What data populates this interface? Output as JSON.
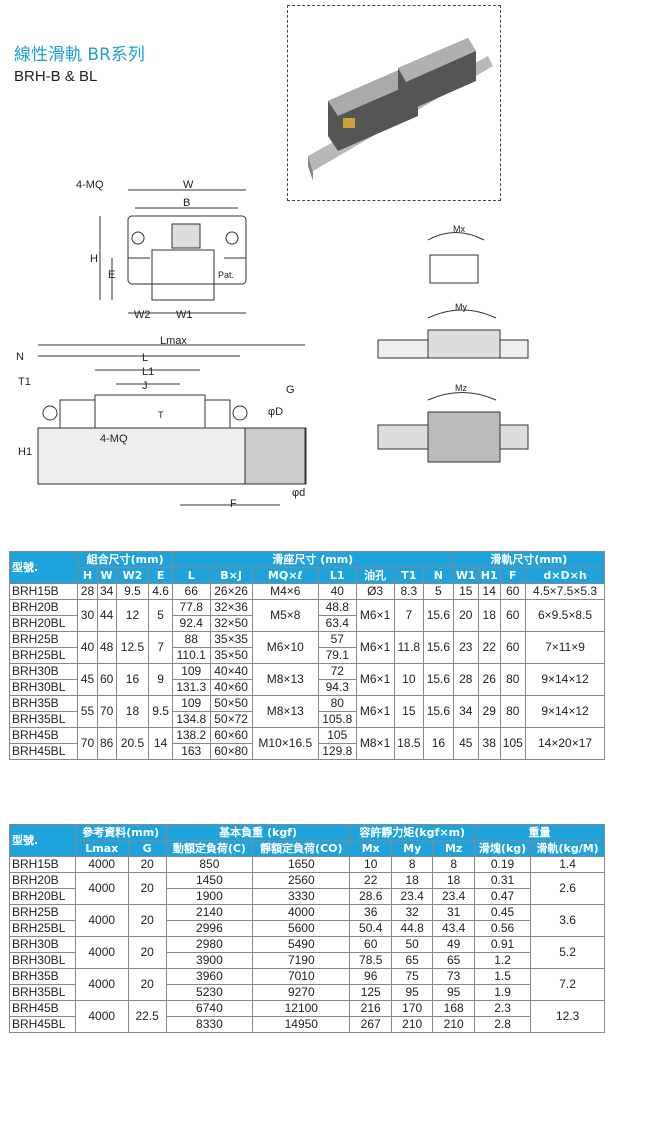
{
  "header": {
    "title": "線性滑軌  BR系列",
    "subtitle": "BRH-B & BL"
  },
  "drawing": {
    "labels": {
      "mq": "4-MQ",
      "w": "W",
      "b": "B",
      "h": "H",
      "e": "E",
      "w2": "W2",
      "w1": "W1",
      "pat": "Pat.",
      "lmax": "Lmax",
      "n": "N",
      "l": "L",
      "l1": "L1",
      "j": "J",
      "t1": "T1",
      "h1": "H1",
      "t": "T",
      "mq2": "4-MQ",
      "g": "G",
      "phiD": "φD",
      "phid": "φd",
      "f": "F",
      "mx": "Mx",
      "my": "My",
      "mz": "Mz"
    }
  },
  "table1": {
    "h_model": "型號.",
    "h_group1": "組合尺寸(mm)",
    "h_group2": "滑座尺寸  (mm)",
    "h_group3": "滑軌尺寸(mm)",
    "cols": [
      "H",
      "W",
      "W2",
      "E",
      "L",
      "B×J",
      "MQ×ℓ",
      "L1",
      "油孔",
      "T1",
      "N",
      "W1",
      "H1",
      "F",
      "d×D×h"
    ],
    "groups": [
      {
        "rows": [
          {
            "model": "BRH15B",
            "L": "66",
            "BJ": "26×26",
            "L1": "40"
          }
        ],
        "H": "28",
        "W": "34",
        "W2": "9.5",
        "E": "4.6",
        "MQ": "M4×6",
        "oil": "Ø3",
        "T1": "8.3",
        "N": "5",
        "W1": "15",
        "H1": "14",
        "F": "60",
        "dDh": "4.5×7.5×5.3"
      },
      {
        "rows": [
          {
            "model": "BRH20B",
            "L": "77.8",
            "BJ": "32×36",
            "L1": "48.8"
          },
          {
            "model": "BRH20BL",
            "L": "92.4",
            "BJ": "32×50",
            "L1": "63.4"
          }
        ],
        "H": "30",
        "W": "44",
        "W2": "12",
        "E": "5",
        "MQ": "M5×8",
        "oil": "M6×1",
        "T1": "7",
        "N": "15.6",
        "W1": "20",
        "H1": "18",
        "F": "60",
        "dDh": "6×9.5×8.5"
      },
      {
        "rows": [
          {
            "model": "BRH25B",
            "L": "88",
            "BJ": "35×35",
            "L1": "57"
          },
          {
            "model": "BRH25BL",
            "L": "110.1",
            "BJ": "35×50",
            "L1": "79.1"
          }
        ],
        "H": "40",
        "W": "48",
        "W2": "12.5",
        "E": "7",
        "MQ": "M6×10",
        "oil": "M6×1",
        "T1": "11.8",
        "N": "15.6",
        "W1": "23",
        "H1": "22",
        "F": "60",
        "dDh": "7×11×9"
      },
      {
        "rows": [
          {
            "model": "BRH30B",
            "L": "109",
            "BJ": "40×40",
            "L1": "72"
          },
          {
            "model": "BRH30BL",
            "L": "131.3",
            "BJ": "40×60",
            "L1": "94.3"
          }
        ],
        "H": "45",
        "W": "60",
        "W2": "16",
        "E": "9",
        "MQ": "M8×13",
        "oil": "M6×1",
        "T1": "10",
        "N": "15.6",
        "W1": "28",
        "H1": "26",
        "F": "80",
        "dDh": "9×14×12"
      },
      {
        "rows": [
          {
            "model": "BRH35B",
            "L": "109",
            "BJ": "50×50",
            "L1": "80"
          },
          {
            "model": "BRH35BL",
            "L": "134.8",
            "BJ": "50×72",
            "L1": "105.8"
          }
        ],
        "H": "55",
        "W": "70",
        "W2": "18",
        "E": "9.5",
        "MQ": "M8×13",
        "oil": "M6×1",
        "T1": "15",
        "N": "15.6",
        "W1": "34",
        "H1": "29",
        "F": "80",
        "dDh": "9×14×12"
      },
      {
        "rows": [
          {
            "model": "BRH45B",
            "L": "138.2",
            "BJ": "60×60",
            "L1": "105"
          },
          {
            "model": "BRH45BL",
            "L": "163",
            "BJ": "60×80",
            "L1": "129.8"
          }
        ],
        "H": "70",
        "W": "86",
        "W2": "20.5",
        "E": "14",
        "MQ": "M10×16.5",
        "oil": "M8×1",
        "T1": "18.5",
        "N": "16",
        "W1": "45",
        "H1": "38",
        "F": "105",
        "dDh": "14×20×17"
      }
    ]
  },
  "table2": {
    "h_model": "型號.",
    "h_group1": "參考資料(mm)",
    "h_group2": "基本負重  (kgf)",
    "h_group3": "容許靜力矩(kgf×m)",
    "h_group4": "重量",
    "cols": [
      "Lmax",
      "G",
      "動額定負荷(C)",
      "靜額定負荷(CO)",
      "Mx",
      "My",
      "Mz",
      "滑塊(kg)",
      "滑軌(kg/M)"
    ],
    "groups": [
      {
        "rows": [
          {
            "model": "BRH15B",
            "C": "850",
            "C0": "1650",
            "Mx": "10",
            "My": "8",
            "Mz": "8",
            "block": "0.19"
          }
        ],
        "Lmax": "4000",
        "G": "20",
        "rail": "1.4"
      },
      {
        "rows": [
          {
            "model": "BRH20B",
            "C": "1450",
            "C0": "2560",
            "Mx": "22",
            "My": "18",
            "Mz": "18",
            "block": "0.31"
          },
          {
            "model": "BRH20BL",
            "C": "1900",
            "C0": "3330",
            "Mx": "28.6",
            "My": "23.4",
            "Mz": "23.4",
            "block": "0.47"
          }
        ],
        "Lmax": "4000",
        "G": "20",
        "rail": "2.6"
      },
      {
        "rows": [
          {
            "model": "BRH25B",
            "C": "2140",
            "C0": "4000",
            "Mx": "36",
            "My": "32",
            "Mz": "31",
            "block": "0.45"
          },
          {
            "model": "BRH25BL",
            "C": "2996",
            "C0": "5600",
            "Mx": "50.4",
            "My": "44.8",
            "Mz": "43.4",
            "block": "0.56"
          }
        ],
        "Lmax": "4000",
        "G": "20",
        "rail": "3.6"
      },
      {
        "rows": [
          {
            "model": "BRH30B",
            "C": "2980",
            "C0": "5490",
            "Mx": "60",
            "My": "50",
            "Mz": "49",
            "block": "0.91"
          },
          {
            "model": "BRH30BL",
            "C": "3900",
            "C0": "7190",
            "Mx": "78.5",
            "My": "65",
            "Mz": "65",
            "block": "1.2"
          }
        ],
        "Lmax": "4000",
        "G": "20",
        "rail": "5.2"
      },
      {
        "rows": [
          {
            "model": "BRH35B",
            "C": "3960",
            "C0": "7010",
            "Mx": "96",
            "My": "75",
            "Mz": "73",
            "block": "1.5"
          },
          {
            "model": "BRH35BL",
            "C": "5230",
            "C0": "9270",
            "Mx": "125",
            "My": "95",
            "Mz": "95",
            "block": "1.9"
          }
        ],
        "Lmax": "4000",
        "G": "20",
        "rail": "7.2"
      },
      {
        "rows": [
          {
            "model": "BRH45B",
            "C": "6740",
            "C0": "12100",
            "Mx": "216",
            "My": "170",
            "Mz": "168",
            "block": "2.3"
          },
          {
            "model": "BRH45BL",
            "C": "8330",
            "C0": "14950",
            "Mx": "267",
            "My": "210",
            "Mz": "210",
            "block": "2.8"
          }
        ],
        "Lmax": "4000",
        "G": "22.5",
        "rail": "12.3"
      }
    ]
  }
}
